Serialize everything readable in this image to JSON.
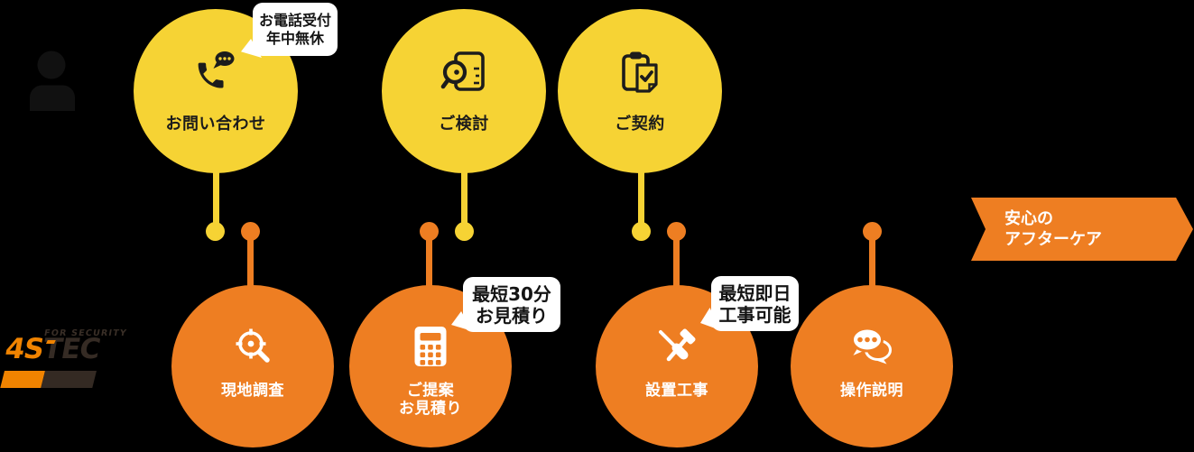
{
  "colors": {
    "background": "#000000",
    "yellow": "#f6d334",
    "orange": "#ee7e22",
    "bubble_bg": "#ffffff",
    "text_dark": "#1b1b1b",
    "text_white": "#ffffff",
    "logo_orange": "#f08300",
    "logo_dark": "#352b24"
  },
  "logo": {
    "tagline": "FOR SECURITY",
    "brand_left": "4S",
    "brand_right": "TEC"
  },
  "steps_top": [
    {
      "label": "お問い合わせ",
      "icon": "phone-chat-icon",
      "bubble_line1": "お電話受付",
      "bubble_line2": "年中無休"
    },
    {
      "label": "ご検討",
      "icon": "document-search-icon"
    },
    {
      "label": "ご契約",
      "icon": "clipboard-check-icon"
    }
  ],
  "steps_bottom": [
    {
      "label": "現地調査",
      "icon": "target-search-icon"
    },
    {
      "label_line1": "ご提案",
      "label_line2": "お見積り",
      "icon": "calculator-icon",
      "bubble_line1": "最短30分",
      "bubble_line2": "お見積り"
    },
    {
      "label": "設置工事",
      "icon": "tools-icon",
      "bubble_line1": "最短即日",
      "bubble_line2": "工事可能"
    },
    {
      "label": "操作説明",
      "icon": "chat-bubbles-icon"
    }
  ],
  "aftercare": {
    "line1": "安心の",
    "line2": "アフターケア"
  }
}
